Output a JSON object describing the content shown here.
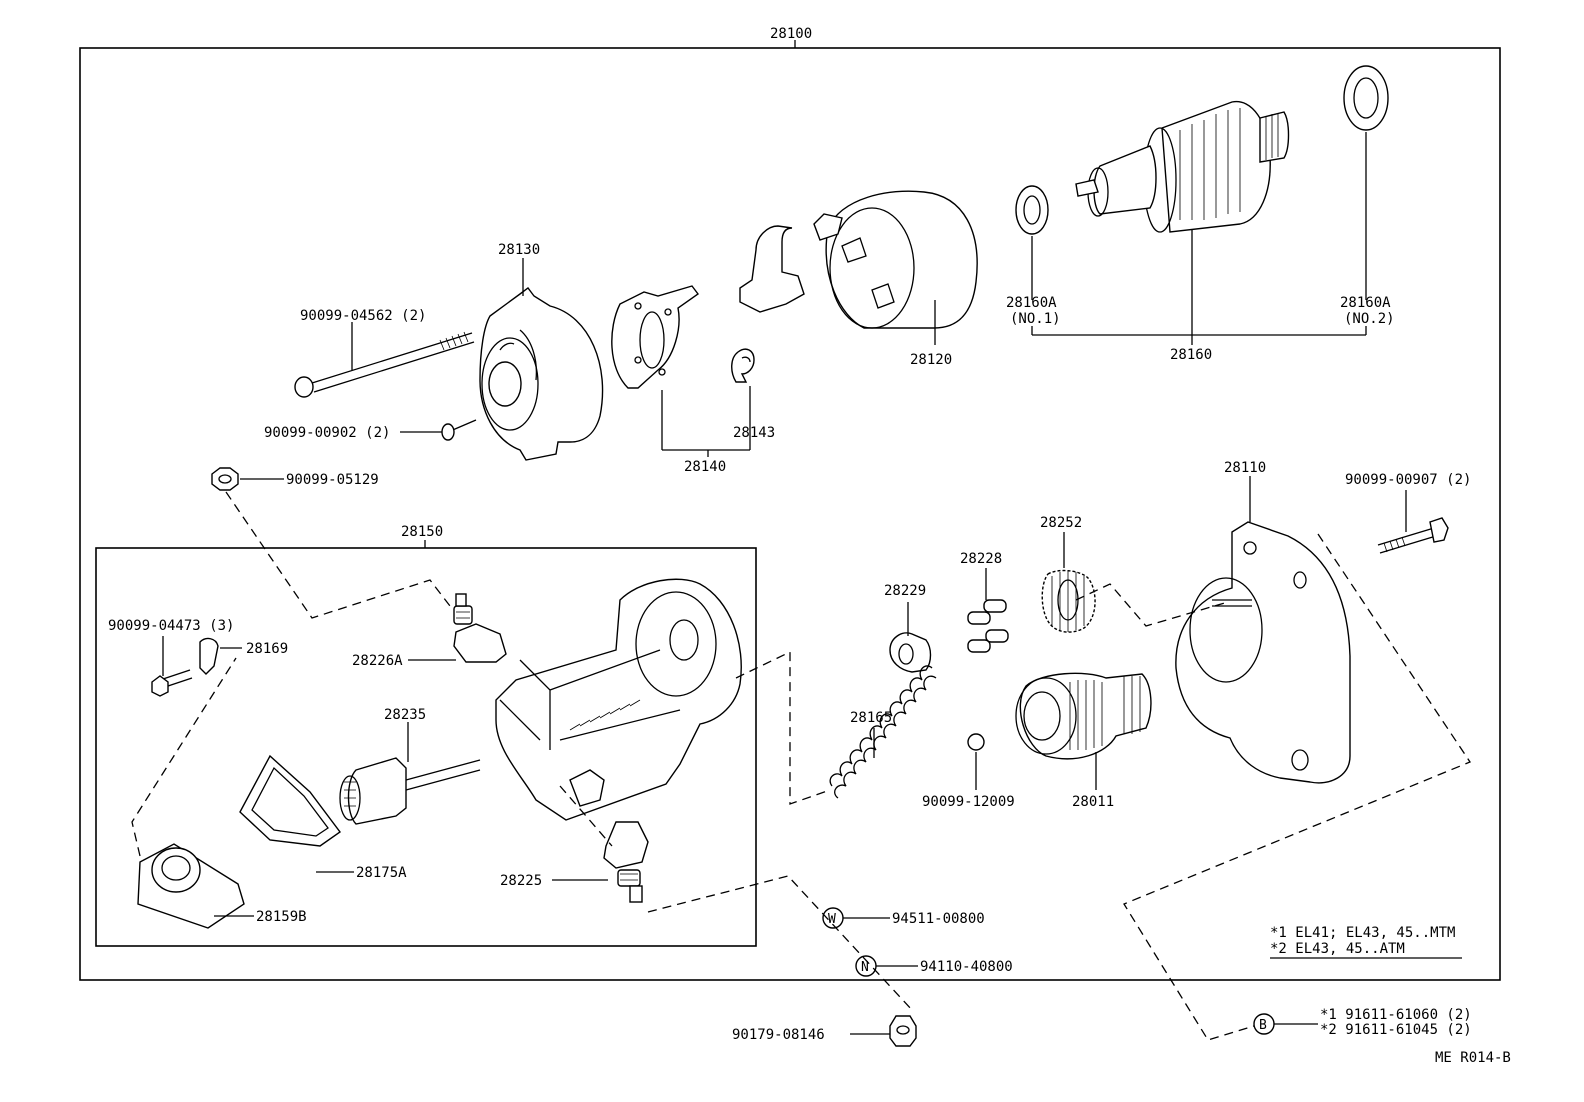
{
  "diagram_code": "ME R014-B",
  "assembly_label": "28100",
  "labels": {
    "p28130": "28130",
    "p90099_04562": "90099-04562 (2)",
    "p90099_00902": "90099-00902 (2)",
    "p90099_05129": "90099-05129",
    "p28143": "28143",
    "p28140": "28140",
    "p28120": "28120",
    "p28160a_1_a": "28160A",
    "p28160a_1_b": "(NO.1)",
    "p28160a_2_a": "28160A",
    "p28160a_2_b": "(NO.2)",
    "p28160": "28160",
    "p28150": "28150",
    "p90099_04473": "90099-04473 (3)",
    "p28169": "28169",
    "p28226a": "28226A",
    "p28235": "28235",
    "p28175a": "28175A",
    "p28159b": "28159B",
    "p28225": "28225",
    "p28110": "28110",
    "p90099_00907": "90099-00907 (2)",
    "p28252": "28252",
    "p28228": "28228",
    "p28229": "28229",
    "p28165": "28165",
    "p90099_12009": "90099-12009",
    "p28011": "28011",
    "p94511_00800": "94511-00800",
    "p94110_40800": "94110-40800",
    "p90179_08146": "90179-08146",
    "w_symbol": "W",
    "n_symbol": "N",
    "b_symbol": "B"
  },
  "notes": {
    "note1": "*1 EL41; EL43, 45..MTM",
    "note2": "*2 EL43, 45..ATM",
    "b_note1": "*1 91611-61060 (2)",
    "b_note2": "*2 91611-61045 (2)"
  }
}
